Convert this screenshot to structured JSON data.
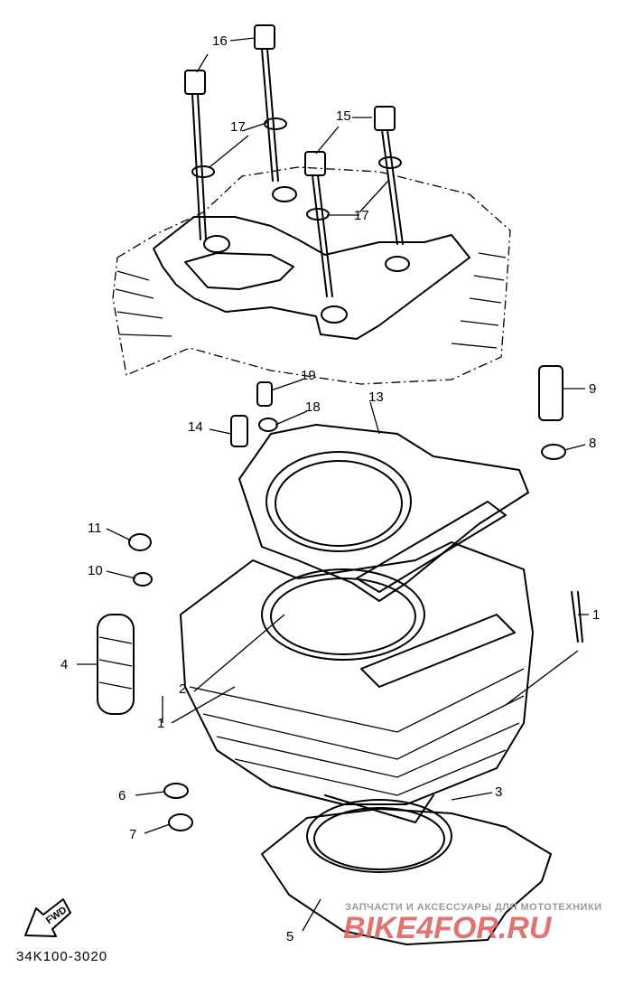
{
  "diagram": {
    "part_code": "34K100-3020",
    "fwd_label": "FWD",
    "callouts": [
      "16",
      "17",
      "15",
      "17",
      "19",
      "18",
      "13",
      "14",
      "9",
      "8",
      "11",
      "10",
      "4",
      "1",
      "2",
      "1",
      "3",
      "6",
      "7",
      "5"
    ]
  },
  "watermark": {
    "tagline": "ЗАПЧАСТИ И АКСЕССУАРЫ ДЛЯ МОТОТЕХНИКИ",
    "brand": "BIKE4FOR.RU"
  }
}
